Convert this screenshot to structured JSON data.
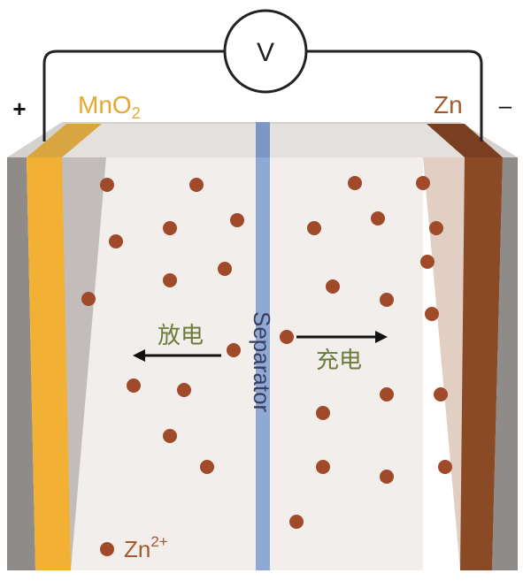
{
  "voltmeter": {
    "symbol": "V"
  },
  "terminals": {
    "positive": "+",
    "negative": "–"
  },
  "electrodes": {
    "cathode": "MnO",
    "cathode_sub": "2",
    "anode": "Zn"
  },
  "separator": {
    "label": "Separator"
  },
  "processes": {
    "discharge": "放电",
    "charge": "充电"
  },
  "ion_legend": {
    "base": "Zn",
    "charge": "2+"
  },
  "colors": {
    "cathode": "#f2b135",
    "anode": "#8a4a26",
    "ion": "#a04a2a",
    "separator": "#8fa8d6",
    "electrolyte": "#f1eeec",
    "casing": "#8f8b89",
    "process_text": "#6b7b3a",
    "cathode_label": "#e8a830",
    "anode_label": "#a55a2b"
  }
}
